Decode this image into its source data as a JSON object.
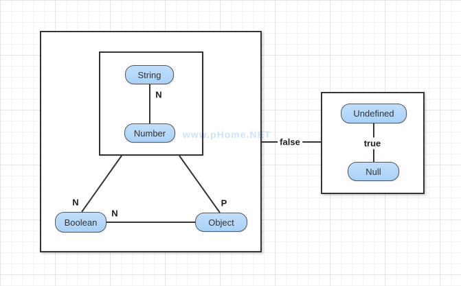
{
  "diagram": {
    "nodes": {
      "string": {
        "label": "String"
      },
      "number": {
        "label": "Number"
      },
      "boolean": {
        "label": "Boolean"
      },
      "object": {
        "label": "Object"
      },
      "undefined": {
        "label": "Undefined"
      },
      "null": {
        "label": "Null"
      }
    },
    "edge_labels": {
      "string_number": "N",
      "inner_to_boolean": "N",
      "boolean_to_object": "N",
      "inner_to_object": "P",
      "containers_link": "false",
      "undefined_to_null": "true"
    },
    "watermark": "www.pHome.NET",
    "colors": {
      "node_fill": "#AFD5F9",
      "node_border": "#555555",
      "container_border": "#333333",
      "edge_line": "#333333",
      "edge_label_text": "#1B1B1B",
      "watermark_text": "#CFE2F7",
      "grid_minor": "#F4F4F4",
      "grid_major": "#E4E4E4"
    }
  }
}
